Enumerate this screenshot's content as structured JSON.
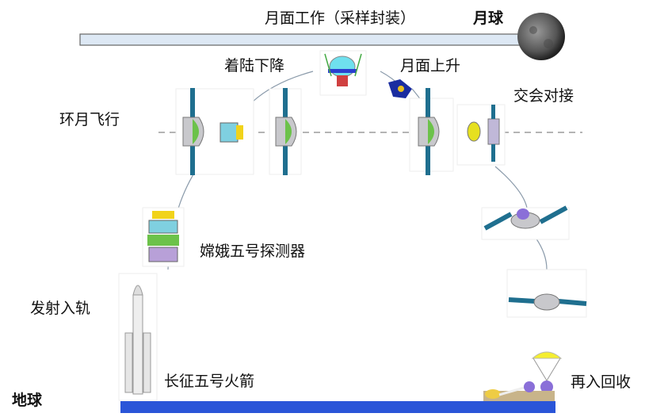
{
  "labels": {
    "lunar_surface_work": "月面工作（采样封装）",
    "moon": "月球",
    "landing_descent": "着陆下降",
    "lunar_ascent": "月面上升",
    "rendezvous_docking": "交会对接",
    "lunar_orbit_flight": "环月飞行",
    "probe": "嫦娥五号探测器",
    "launch_orbit": "发射入轨",
    "rocket": "长征五号火箭",
    "reentry_recovery": "再入回收",
    "earth": "地球"
  },
  "colors": {
    "lunar_bar": "#dde8f4",
    "earth_bar": "#2a55d8",
    "solar_panel": "#1f6f8f",
    "body_green": "#6cc24a"
  }
}
